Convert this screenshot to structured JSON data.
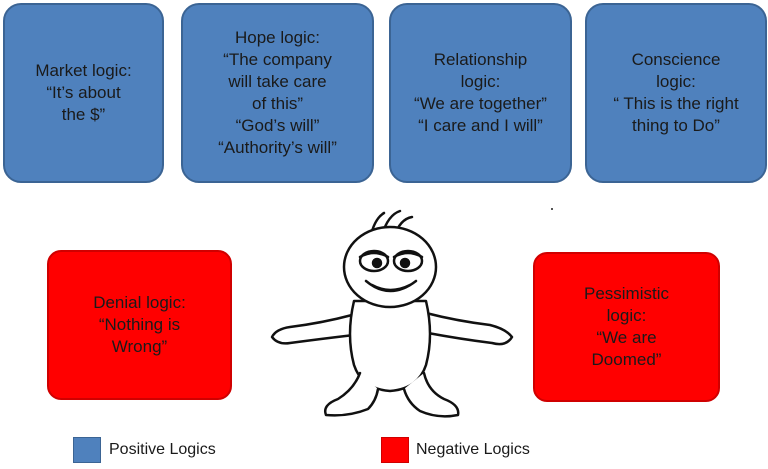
{
  "boxes": {
    "market": "Market logic:\n“It’s about\nthe $”",
    "hope": "Hope logic:\n“The company\nwill take care\nof this”\n“God’s will”\n“Authority’s will”",
    "relationship": "Relationship\nlogic:\n“We are together”\n“I care and I will”",
    "conscience": "Conscience\nlogic:\n“ This is the right\nthing to Do”",
    "denial": "Denial logic:\n“Nothing is\nWrong”",
    "pessimistic": "Pessimistic\nlogic:\n“We are\nDoomed”"
  },
  "legend": {
    "positive": "Positive Logics",
    "negative": "Negative Logics"
  },
  "colors": {
    "positive": "#4f81bd",
    "negative": "#ff0000"
  },
  "figure_icon": "cartoon-person-icon"
}
